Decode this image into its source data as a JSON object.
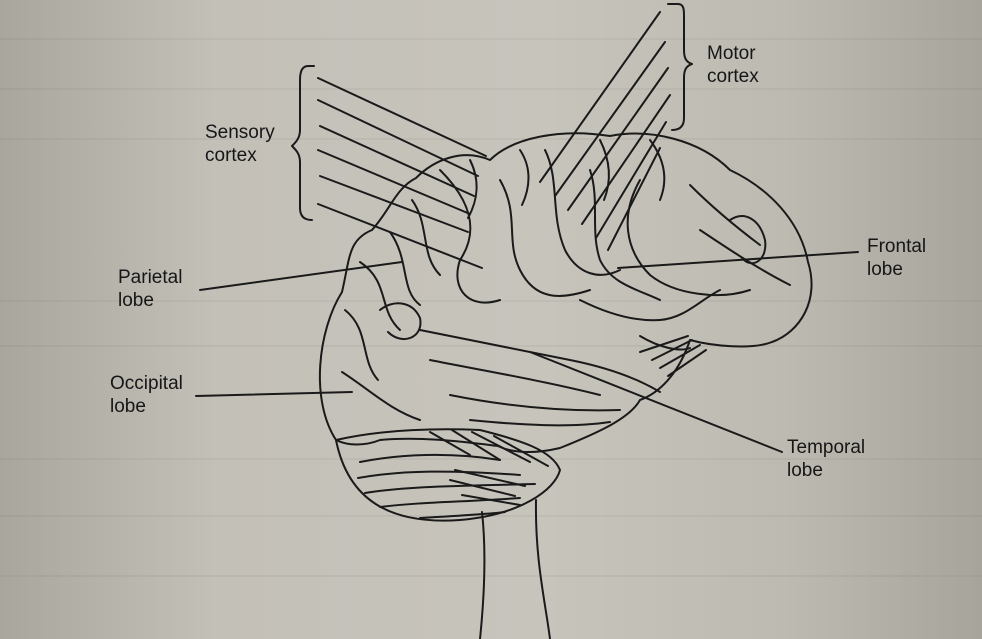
{
  "labels": {
    "motor_cortex": [
      "Motor",
      "cortex"
    ],
    "sensory_cortex": [
      "Sensory",
      "cortex"
    ],
    "frontal_lobe": [
      "Frontal",
      "lobe"
    ],
    "parietal_lobe": [
      "Parietal",
      "lobe"
    ],
    "occipital_lobe": [
      "Occipital",
      "lobe"
    ],
    "temporal_lobe": [
      "Temporal",
      "lobe"
    ]
  },
  "colors": {
    "ink": "#1a1a1a",
    "paper": "#c5c2ba"
  }
}
